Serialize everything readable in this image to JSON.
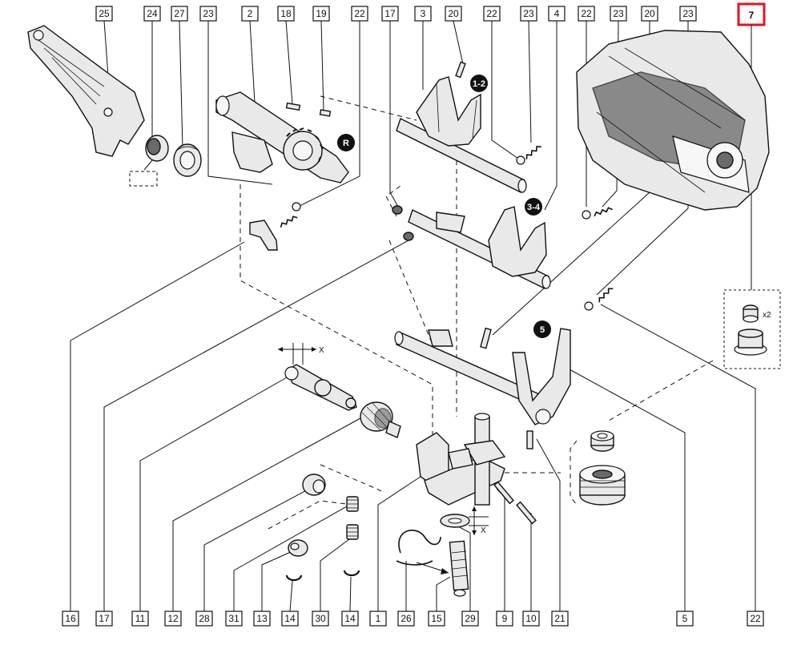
{
  "callouts_top": [
    "25",
    "24",
    "27",
    "23",
    "2",
    "18",
    "19",
    "22",
    "17",
    "3",
    "20",
    "22",
    "23",
    "4",
    "22",
    "23",
    "20",
    "23",
    "7"
  ],
  "callouts_bottom": [
    "16",
    "17",
    "11",
    "12",
    "28",
    "31",
    "13",
    "14",
    "30",
    "14",
    "1",
    "26",
    "15",
    "29",
    "9",
    "10",
    "21",
    "5",
    "22"
  ],
  "highlighted_callout": "7",
  "gear_badges": [
    "1-2",
    "3-4",
    "5",
    "R"
  ],
  "quantity_label": "x2",
  "dimension_label": "X",
  "colors": {
    "highlight": "#e0161f",
    "line": "#111111"
  }
}
